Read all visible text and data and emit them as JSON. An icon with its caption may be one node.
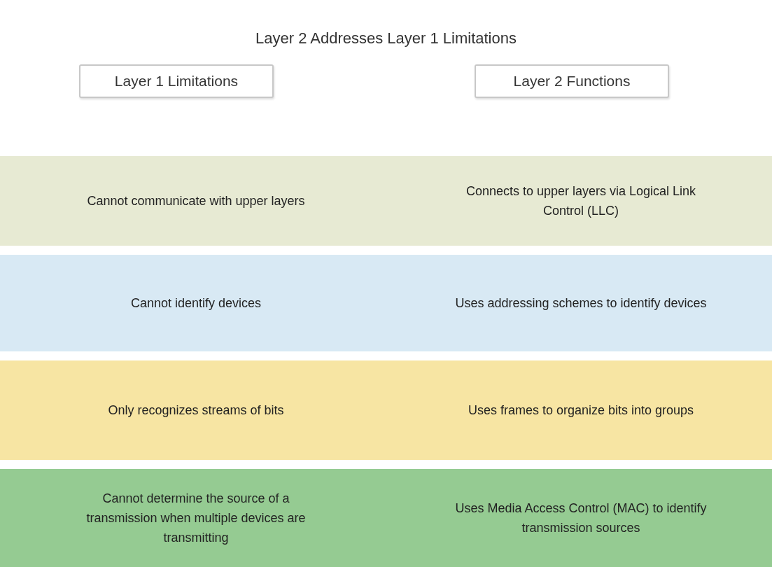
{
  "diagram": {
    "title": "Layer 2 Addresses Layer 1 Limitations",
    "nodes": [
      {
        "text": [
          "Layer 1 Limitations"
        ]
      },
      {
        "text": [
          "Layer 2 Functions"
        ]
      },
      {
        "text": [
          "Cannot communicate with upper layers",
          "Connects to upper layers via Logical Link Control (LLC)"
        ]
      },
      {
        "text": [
          "Cannot identify devices",
          "Uses addressing schemes to identify devices"
        ]
      },
      {
        "text": [
          "Only recognizes streams of bits",
          "Uses frames to organize bits into groups"
        ]
      },
      {
        "text": [
          "Cannot determine the source of a transmission when multiple devices are transmitting",
          "Uses Media Access Control (MAC) to identify transmission sources"
        ]
      }
    ]
  }
}
